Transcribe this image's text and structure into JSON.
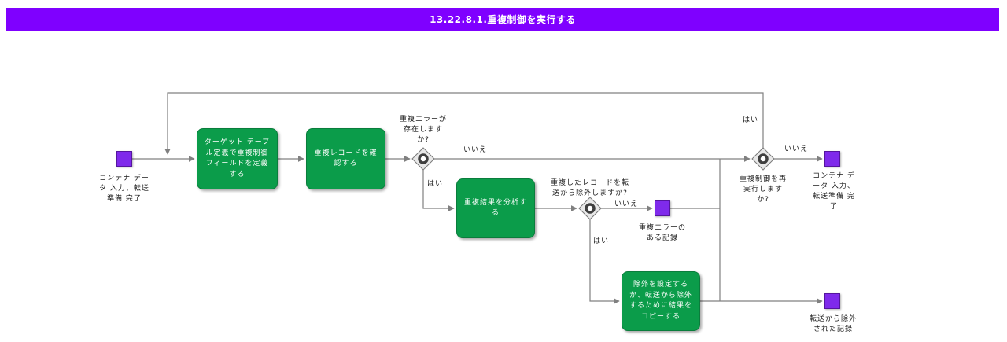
{
  "title": "13.22.8.1.重複制御を実行する",
  "colors": {
    "title_bg": "#7f00ff",
    "task_green": "#0b9c4a",
    "event_purple": "#7f2aeb",
    "line_gray": "#808080"
  },
  "nodes": {
    "start_event": {
      "type": "event",
      "label": "コンテナ データ 入力、転送準備 完了"
    },
    "task_define_fields": {
      "type": "task",
      "label": "ターゲット テーブル定義で重複制御フィールドを定義する"
    },
    "task_check_duplicates": {
      "type": "task",
      "label": "重複レコードを確認する"
    },
    "gateway_duplicate_error": {
      "type": "gateway",
      "label": "重複エラーが存在しますか?"
    },
    "task_analyze_results": {
      "type": "task",
      "label": "重複結果を分析する"
    },
    "gateway_exclude_records": {
      "type": "gateway",
      "label": "重複したレコードを転送から除外しますか?"
    },
    "event_error_records": {
      "type": "event",
      "label": "重複エラーのある記録"
    },
    "task_set_exclusion": {
      "type": "task",
      "label": "除外を設定するか、転送から除外するために結果をコピーする"
    },
    "gateway_rerun_control": {
      "type": "gateway",
      "label": "重複制御を再実行しますか?"
    },
    "end_event": {
      "type": "event",
      "label": "コンテナ データ 入力、転送準備 完了"
    },
    "event_excluded_records": {
      "type": "event",
      "label": "転送から除外された記録"
    }
  },
  "edge_labels": {
    "dup_error_no": "いいえ",
    "dup_error_yes": "はい",
    "exclude_no": "いいえ",
    "exclude_yes": "はい",
    "rerun_yes": "はい",
    "rerun_no": "いいえ"
  }
}
